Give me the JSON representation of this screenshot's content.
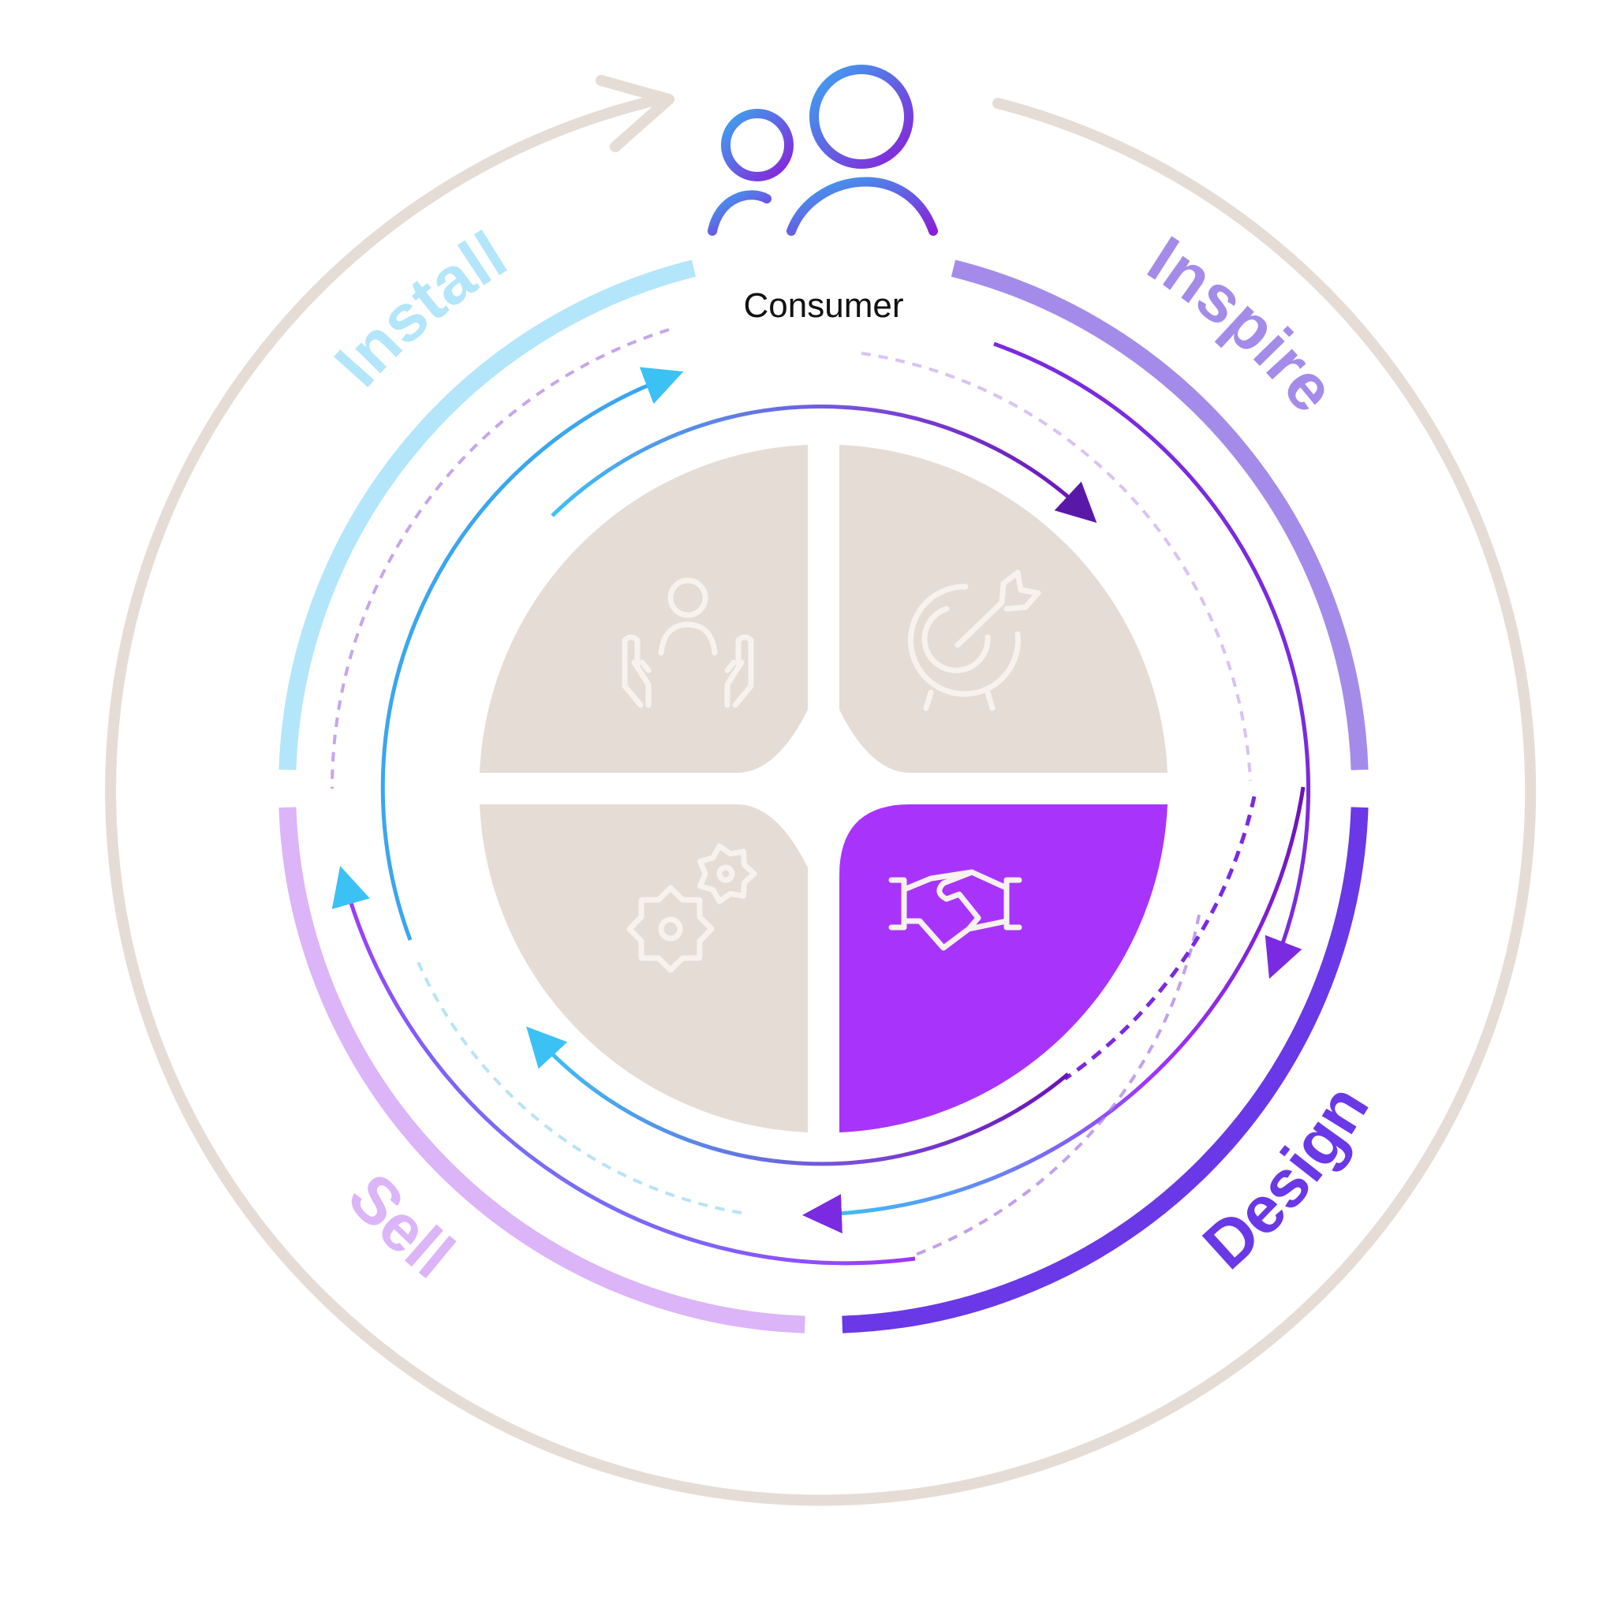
{
  "consumer": {
    "label": "Consumer",
    "icon": "users-icon"
  },
  "stages": [
    {
      "key": "inspire",
      "label": "Inspire",
      "color": "#a48be9"
    },
    {
      "key": "design",
      "label": "Design",
      "color": "#6a38e6"
    },
    {
      "key": "sell",
      "label": "Sell",
      "color": "#dcb4f8"
    },
    {
      "key": "install",
      "label": "Install",
      "color": "#b3e6fa"
    }
  ],
  "quadrants": [
    {
      "key": "install-quadrant",
      "icon": "hands-person-icon",
      "color": "#e5dcd6",
      "active": false
    },
    {
      "key": "inspire-quadrant",
      "icon": "target-arrow-icon",
      "color": "#e5dcd6",
      "active": false
    },
    {
      "key": "sell-quadrant",
      "icon": "gears-icon",
      "color": "#e5dcd6",
      "active": false
    },
    {
      "key": "design-quadrant",
      "icon": "handshake-icon",
      "color": "#a834fc",
      "active": true
    }
  ],
  "colors": {
    "outer_ring": "#e5dcd6",
    "gradient_blue": "#3cc1f5",
    "gradient_purple": "#9b30f0",
    "gradient_deep": "#6a12b8",
    "icon_stroke": "#f7f2ee"
  }
}
